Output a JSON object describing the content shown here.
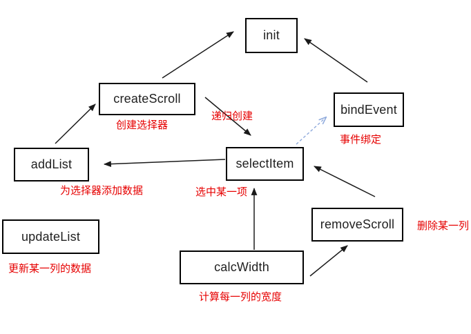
{
  "diagram": {
    "nodes": {
      "init": {
        "label": "init"
      },
      "createScroll": {
        "label": "createScroll"
      },
      "bindEvent": {
        "label": "bindEvent"
      },
      "addList": {
        "label": "addList"
      },
      "selectItem": {
        "label": "selectItem"
      },
      "updateList": {
        "label": "updateList"
      },
      "removeScroll": {
        "label": "removeScroll"
      },
      "calcWidth": {
        "label": "calcWidth"
      }
    },
    "annotations": {
      "create_scroll_note": "创建选择器",
      "recursive_create_note": "递归创建",
      "bind_event_note": "事件绑定",
      "add_list_note": "为选择器添加数据",
      "select_item_note": "选中某一项",
      "update_list_note": "更新某一列的数据",
      "remove_scroll_note": "删除某一列",
      "calc_width_note": "计算每一列的宽度"
    },
    "edges": [
      {
        "from": "createScroll",
        "to": "init",
        "style": "solid"
      },
      {
        "from": "bindEvent",
        "to": "init",
        "style": "solid"
      },
      {
        "from": "addList",
        "to": "createScroll",
        "style": "solid"
      },
      {
        "from": "createScroll",
        "to": "selectItem",
        "style": "solid",
        "note": "递归创建"
      },
      {
        "from": "selectItem",
        "to": "addList",
        "style": "solid"
      },
      {
        "from": "calcWidth",
        "to": "selectItem",
        "style": "solid"
      },
      {
        "from": "calcWidth",
        "to": "removeScroll",
        "style": "solid"
      },
      {
        "from": "removeScroll",
        "to": "selectItem",
        "style": "solid"
      },
      {
        "from": "selectItem",
        "to": "bindEvent",
        "style": "dashed"
      }
    ],
    "colors": {
      "box_border": "#000000",
      "box_text": "#1f1f1f",
      "annotation": "#e60000",
      "arrow": "#1a1a1a",
      "dashed_arrow": "#8faadc"
    }
  }
}
